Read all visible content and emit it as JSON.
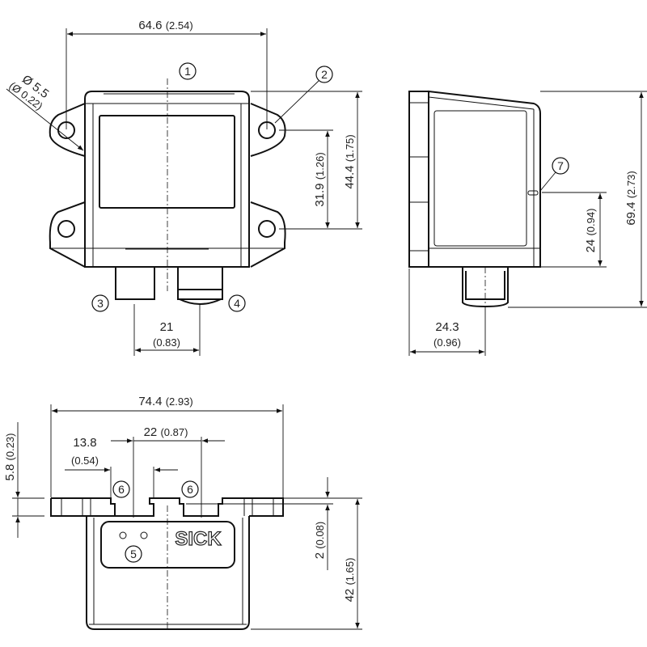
{
  "front_view": {
    "width_dim": {
      "value": "64.6",
      "inch": "(2.54)"
    },
    "hole_dim": {
      "value": "Ø 5.5",
      "inch": "(Ø 0.22)"
    },
    "hole_spacing_dim": {
      "value": "31.9",
      "inch": "(1.26)"
    },
    "height_dim": {
      "value": "44.4",
      "inch": "(1.75)"
    },
    "connector_spacing_dim": {
      "value": "21",
      "inch": "(0.83)"
    },
    "callouts": [
      "1",
      "2",
      "3",
      "4"
    ]
  },
  "side_view": {
    "total_height_dim": {
      "value": "69.4",
      "inch": "(2.73)"
    },
    "led_height_dim": {
      "value": "24",
      "inch": "(0.94)"
    },
    "connector_offset_dim": {
      "value": "24.3",
      "inch": "(0.96)"
    },
    "callouts": [
      "7"
    ]
  },
  "bottom_view": {
    "width_dim": {
      "value": "74.4",
      "inch": "(2.93)"
    },
    "slot_spacing_dim": {
      "value": "22",
      "inch": "(0.87)"
    },
    "slot_offset_dim": {
      "value": "13.8",
      "inch": "(0.54)"
    },
    "flange_dim": {
      "value": "5.8",
      "inch": "(0.23)"
    },
    "slot_depth_dim": {
      "value": "2",
      "inch": "(0.08)"
    },
    "depth_dim": {
      "value": "42",
      "inch": "(1.65)"
    },
    "logo": "SICK",
    "callouts": [
      "5",
      "6",
      "6"
    ]
  }
}
